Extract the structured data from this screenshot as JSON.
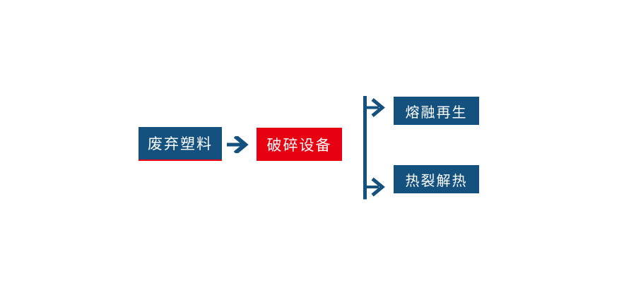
{
  "diagram": {
    "type": "flowchart",
    "background": "#ffffff",
    "colors": {
      "node_blue": "#15517e",
      "node_red": "#e60012",
      "connector_blue": "#15517e",
      "text": "#ffffff",
      "underline_red": "#e60012"
    },
    "nodes": [
      {
        "id": "waste-plastic",
        "label": "废弃塑料",
        "fill": "#15517e",
        "text_color": "#ffffff",
        "underline": "#e60012"
      },
      {
        "id": "crushing-equipment",
        "label": "破碎设备",
        "fill": "#e60012",
        "text_color": "#ffffff"
      },
      {
        "id": "melt-regeneration",
        "label": "熔融再生",
        "fill": "#15517e",
        "text_color": "#ffffff"
      },
      {
        "id": "pyrolysis-heat",
        "label": "热裂解热",
        "fill": "#15517e",
        "text_color": "#ffffff"
      }
    ],
    "edges": [
      {
        "from": "waste-plastic",
        "to": "crushing-equipment",
        "style": "arrow-right"
      },
      {
        "from": "crushing-equipment",
        "to": "melt-regeneration",
        "style": "branch-arrow"
      },
      {
        "from": "crushing-equipment",
        "to": "pyrolysis-heat",
        "style": "branch-arrow"
      }
    ]
  }
}
